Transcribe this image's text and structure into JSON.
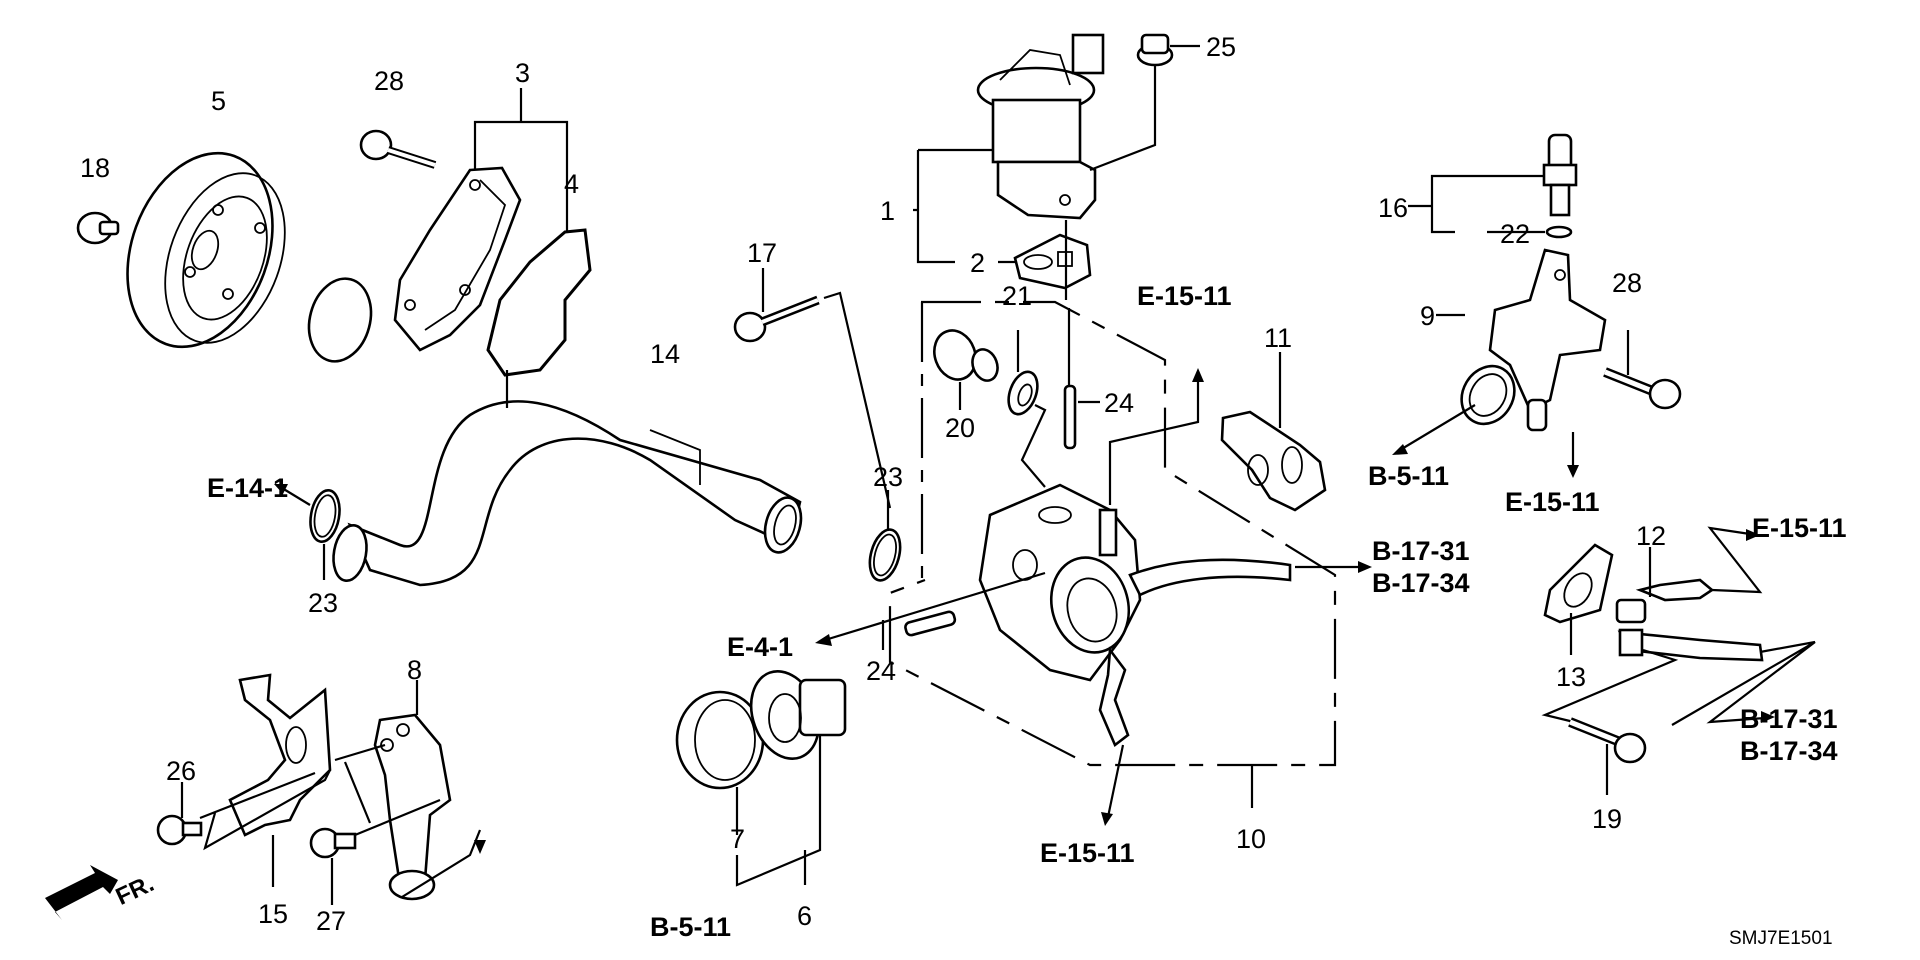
{
  "diagram": {
    "title": "Water Pump / Thermostat / EGR Valve exploded parts diagram",
    "diagram_code": "SMJ7E1501",
    "front_indicator": "FR.",
    "callouts": [
      {
        "id": "c1",
        "label": "1",
        "part": "egr-valve-assembly"
      },
      {
        "id": "c2",
        "label": "2",
        "part": "egr-gasket"
      },
      {
        "id": "c3",
        "label": "3",
        "part": "water-pump-assembly"
      },
      {
        "id": "c4",
        "label": "4",
        "part": "water-pump-o-ring"
      },
      {
        "id": "c5",
        "label": "5",
        "part": "water-pump-pulley"
      },
      {
        "id": "c6",
        "label": "6",
        "part": "thermostat-assembly"
      },
      {
        "id": "c7",
        "label": "7",
        "part": "thermostat-seal"
      },
      {
        "id": "c8",
        "label": "8",
        "part": "thermostat-cover"
      },
      {
        "id": "c9",
        "label": "9",
        "part": "water-outlet"
      },
      {
        "id": "c10",
        "label": "10",
        "part": "water-passage-housing"
      },
      {
        "id": "c11",
        "label": "11",
        "part": "water-passage-gasket"
      },
      {
        "id": "c12",
        "label": "12",
        "part": "water-pipe-joint"
      },
      {
        "id": "c13",
        "label": "13",
        "part": "joint-gasket"
      },
      {
        "id": "c14",
        "label": "14",
        "part": "connecting-pipe"
      },
      {
        "id": "c15",
        "label": "15",
        "part": "bracket"
      },
      {
        "id": "c16",
        "label": "16",
        "part": "temperature-sensor"
      },
      {
        "id": "c17",
        "label": "17",
        "part": "flange-bolt-long"
      },
      {
        "id": "c18",
        "label": "18",
        "part": "pulley-bolt"
      },
      {
        "id": "c19",
        "label": "19",
        "part": "flange-bolt"
      },
      {
        "id": "c20",
        "label": "20",
        "part": "drain-plug"
      },
      {
        "id": "c21",
        "label": "21",
        "part": "sealing-washer"
      },
      {
        "id": "c22",
        "label": "22",
        "part": "sensor-o-ring"
      },
      {
        "id": "c23a",
        "label": "23",
        "part": "pipe-o-ring-left"
      },
      {
        "id": "c23b",
        "label": "23",
        "part": "pipe-o-ring-right"
      },
      {
        "id": "c24a",
        "label": "24",
        "part": "stud-bolt-upper"
      },
      {
        "id": "c24b",
        "label": "24",
        "part": "stud-bolt-lower"
      },
      {
        "id": "c25",
        "label": "25",
        "part": "flange-nut"
      },
      {
        "id": "c26",
        "label": "26",
        "part": "flange-bolt-bracket"
      },
      {
        "id": "c27",
        "label": "27",
        "part": "flange-bolt-cover"
      },
      {
        "id": "c28a",
        "label": "28",
        "part": "pump-bolt"
      },
      {
        "id": "c28b",
        "label": "28",
        "part": "outlet-bolt"
      }
    ],
    "references": [
      {
        "id": "r1",
        "label": "E-14-1"
      },
      {
        "id": "r2",
        "label": "E-15-11"
      },
      {
        "id": "r3",
        "label": "B-5-11"
      },
      {
        "id": "r4",
        "label": "E-15-11"
      },
      {
        "id": "r5",
        "label": "B-17-31"
      },
      {
        "id": "r6",
        "label": "B-17-34"
      },
      {
        "id": "r7",
        "label": "E-15-11"
      },
      {
        "id": "r8",
        "label": "E-4-1"
      },
      {
        "id": "r9",
        "label": "B-17-31"
      },
      {
        "id": "r10",
        "label": "B-17-34"
      },
      {
        "id": "r11",
        "label": "E-15-11"
      },
      {
        "id": "r12",
        "label": "B-5-11"
      }
    ]
  }
}
